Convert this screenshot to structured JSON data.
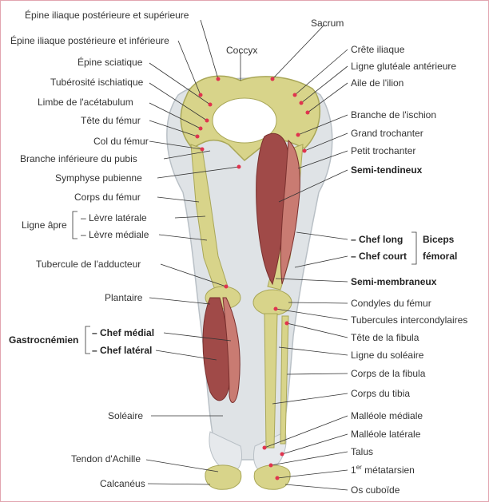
{
  "labels": {
    "epine_iliaque_post_sup": "Épine iliaque postérieure et supérieure",
    "epine_iliaque_post_inf": "Épine iliaque postérieure et inférieure",
    "coccyx": "Coccyx",
    "sacrum": "Sacrum",
    "epine_sciatique": "Épine sciatique",
    "tuberosite_ischiatique": "Tubérosité ischiatique",
    "limbe_acetabulum": "Limbe de l'acétabulum",
    "tete_femur": "Tête du fémur",
    "col_femur": "Col du fémur",
    "branche_inf_pubis": "Branche inférieure du pubis",
    "symphyse_pubienne": "Symphyse pubienne",
    "corps_femur": "Corps du fémur",
    "ligne_apre": "Ligne âpre",
    "levre_laterale": "– Lèvre latérale",
    "levre_mediale": "– Lèvre médiale",
    "tubercule_adducteur": "Tubercule de l'adducteur",
    "plantaire": "Plantaire",
    "gastrocnemien": "Gastrocnémien",
    "chef_medial": "– Chef médial",
    "chef_lateral": "– Chef latéral",
    "soleaire": "Soléaire",
    "tendon_achille": "Tendon d'Achille",
    "calcaneus": "Calcanéus",
    "crete_iliaque": "Crête iliaque",
    "ligne_glut_ant": "Ligne glutéale antérieure",
    "aile_ilion": "Aile de l'ilion",
    "branche_ischion": "Branche de l'ischion",
    "grand_trochanter": "Grand trochanter",
    "petit_trochanter": "Petit trochanter",
    "semi_tendineux": "Semi-tendineux",
    "chef_long": "– Chef long",
    "chef_court": "– Chef court",
    "biceps": "Biceps",
    "femoral": "fémoral",
    "semi_membraneux": "Semi-membraneux",
    "condyles_femur": "Condyles du fémur",
    "tubercules_intercondylaires": "Tubercules intercondylaires",
    "tete_fibula": "Tête de la fibula",
    "ligne_soleaire": "Ligne du soléaire",
    "corps_fibula": "Corps de la fibula",
    "corps_tibia": "Corps du tibia",
    "malleole_mediale": "Malléole médiale",
    "malleole_laterale": "Malléole latérale",
    "talus": "Talus",
    "metatarsien_num": "1",
    "metatarsien_sup": "er",
    "metatarsien_text": " métatarsien",
    "os_cuboide": "Os cuboïde"
  },
  "colors": {
    "bone": "#d8d48a",
    "bone_shade": "#a9a758",
    "muscle": "#a04a48",
    "muscle_light": "#c97b72",
    "skin": "#dfe3e6",
    "skin_shade": "#b9c0c6",
    "leader": "#333333",
    "marker": "#e0344e"
  }
}
